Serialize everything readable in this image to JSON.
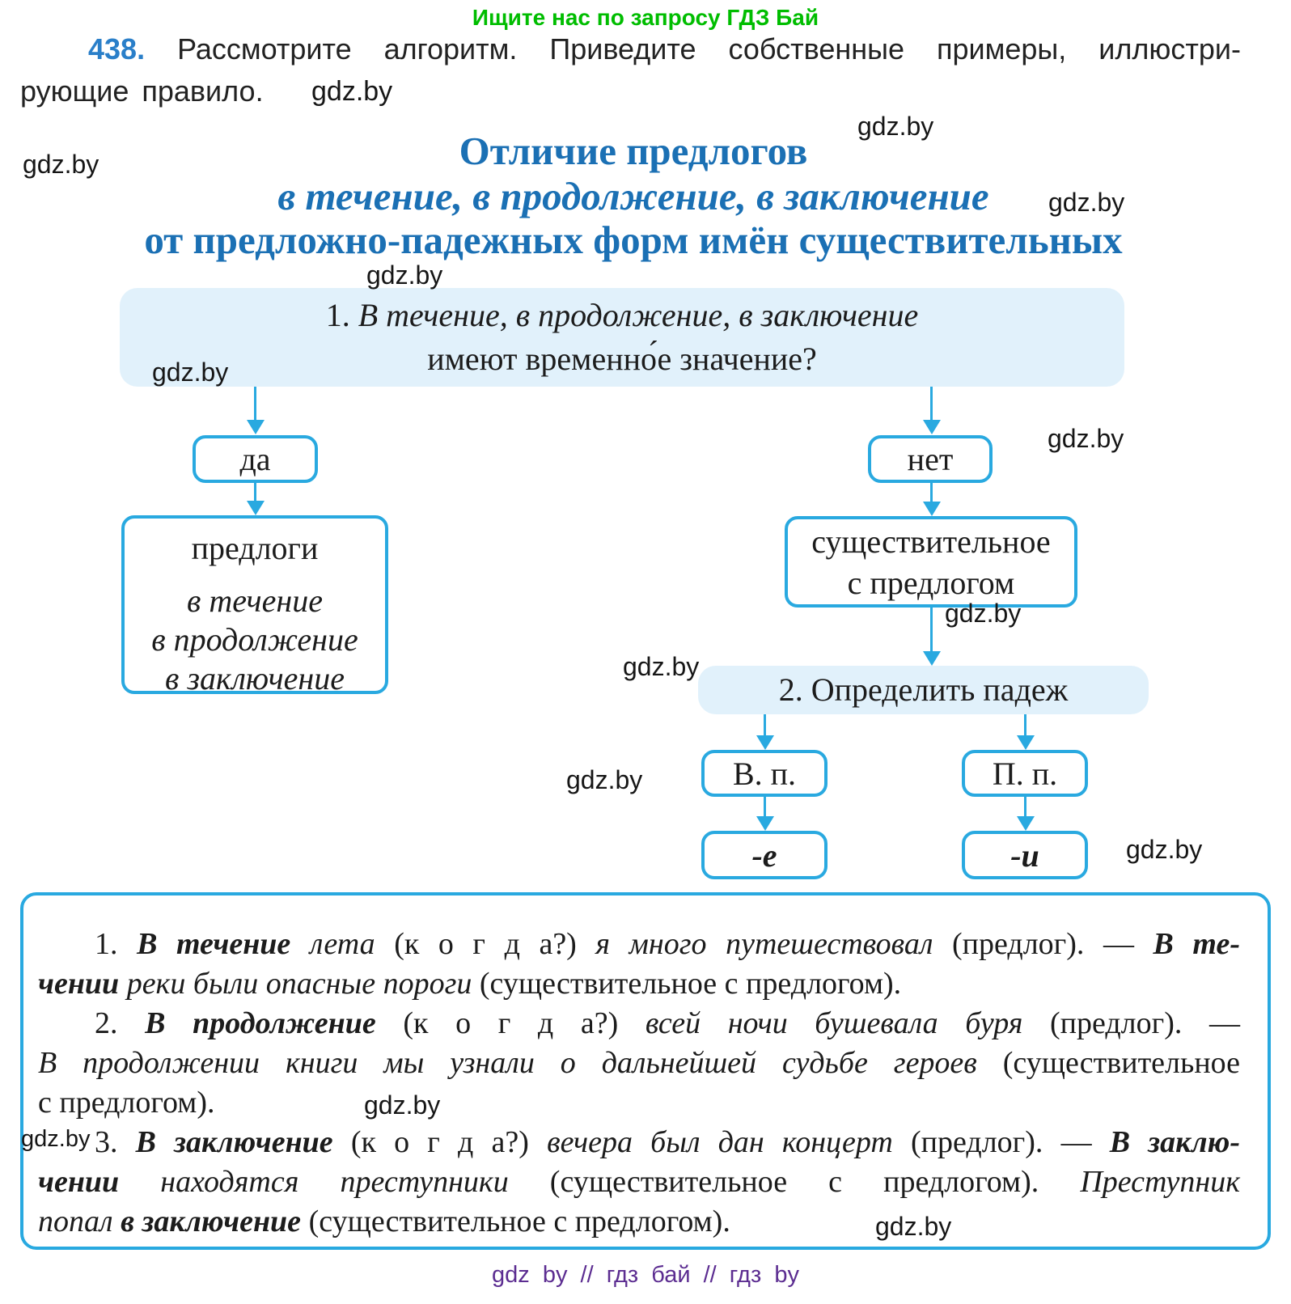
{
  "watermark": "gdz.by",
  "promo": "Ищите нас по запросу ГДЗ Бай",
  "task": {
    "number": "438.",
    "line1": "Рассмотрите алгоритм. Приведите собственные примеры, иллюстри-",
    "line2": "рующие правило."
  },
  "title": {
    "line1": "Отличие предлогов",
    "line2": "в течение, в продолжение, в заключение",
    "line3": "от предложно-падежных форм имён существительных"
  },
  "flowchart": {
    "q1_num": "1. ",
    "q1_phrase": "В течение, в продолжение, в заключение",
    "q1_line2": "имеют временно́е значение?",
    "yes": "да",
    "no": "нет",
    "prep_title": "предлоги",
    "prep_items": [
      "в течение",
      "в продолжение",
      "в заключение"
    ],
    "noun_line1": "существительное",
    "noun_line2": "с предлогом",
    "q2": "2. Определить падеж",
    "case_accusative": "В. п.",
    "case_prepositional": "П. п.",
    "ending_accusative": "-е",
    "ending_prepositional": "-и"
  },
  "examples": {
    "lines": [
      {
        "indent": true,
        "justify": true,
        "segs": [
          {
            "t": "1. ",
            "s": "r"
          },
          {
            "t": "В течение",
            "s": "b"
          },
          {
            "t": " лета ",
            "s": "i"
          },
          {
            "t": "(к о г д а?) ",
            "s": "r"
          },
          {
            "t": "я много путешествовал ",
            "s": "i"
          },
          {
            "t": "(предлог). — ",
            "s": "r"
          },
          {
            "t": "В те-",
            "s": "b"
          }
        ]
      },
      {
        "indent": false,
        "justify": false,
        "segs": [
          {
            "t": "чении",
            "s": "b"
          },
          {
            "t": " реки были опасные пороги ",
            "s": "i"
          },
          {
            "t": "(существительное с предлогом).",
            "s": "r"
          }
        ]
      },
      {
        "indent": true,
        "justify": true,
        "segs": [
          {
            "t": "2. ",
            "s": "r"
          },
          {
            "t": "В продолжение",
            "s": "b"
          },
          {
            "t": " (к о г д а?) ",
            "s": "r"
          },
          {
            "t": "всей ночи бушевала буря ",
            "s": "i"
          },
          {
            "t": "(предлог). —",
            "s": "r"
          }
        ]
      },
      {
        "indent": false,
        "justify": true,
        "segs": [
          {
            "t": "В продолжении книги мы узнали о дальнейшей судьбе героев ",
            "s": "i"
          },
          {
            "t": "(существительное",
            "s": "r"
          }
        ]
      },
      {
        "indent": false,
        "justify": false,
        "segs": [
          {
            "t": "с предлогом).",
            "s": "r"
          }
        ]
      },
      {
        "indent": true,
        "justify": true,
        "segs": [
          {
            "t": "3. ",
            "s": "r"
          },
          {
            "t": "В заключение",
            "s": "b"
          },
          {
            "t": " (к о г д а?) ",
            "s": "r"
          },
          {
            "t": "вечера был дан концерт ",
            "s": "i"
          },
          {
            "t": "(предлог). — ",
            "s": "r"
          },
          {
            "t": "В заклю-",
            "s": "b"
          }
        ]
      },
      {
        "indent": false,
        "justify": true,
        "segs": [
          {
            "t": "чении",
            "s": "b"
          },
          {
            "t": " находятся преступники ",
            "s": "i"
          },
          {
            "t": "(существительное с предлогом). ",
            "s": "r"
          },
          {
            "t": "Преступник",
            "s": "i"
          }
        ]
      },
      {
        "indent": false,
        "justify": false,
        "segs": [
          {
            "t": "попал ",
            "s": "i"
          },
          {
            "t": "в заключение",
            "s": "b"
          },
          {
            "t": " (существительное с предлогом).",
            "s": "r"
          }
        ]
      }
    ]
  },
  "footer": "gdz by // гдз бай // гдз by",
  "colors": {
    "accent_blue": "#29a9e0",
    "light_blue": "#e1f1fb",
    "title_blue": "#1b70b4",
    "green": "#00bd00",
    "purple": "#5c2d91",
    "number_blue": "#2a7fc9"
  }
}
